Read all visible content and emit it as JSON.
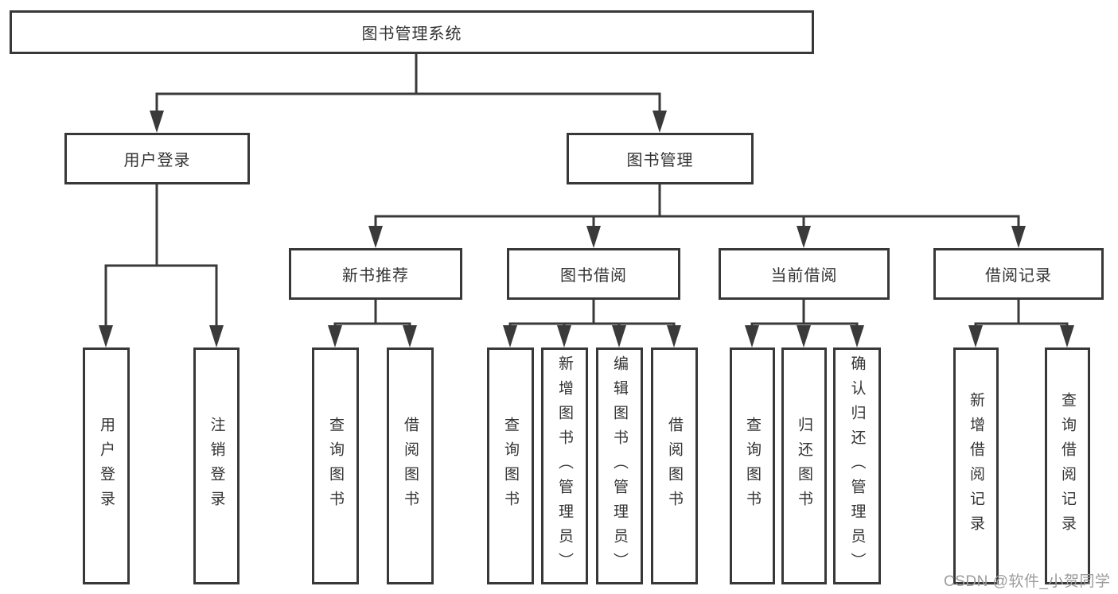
{
  "tree": {
    "label": "图书管理系统",
    "children": [
      {
        "label": "用户登录",
        "children": [
          {
            "label": "用户登录"
          },
          {
            "label": "注销登录"
          }
        ]
      },
      {
        "label": "图书管理",
        "children": [
          {
            "label": "新书推荐",
            "children": [
              {
                "label": "查询图书"
              },
              {
                "label": "借阅图书"
              }
            ]
          },
          {
            "label": "图书借阅",
            "children": [
              {
                "label": "查询图书"
              },
              {
                "label": "新增图书（管理员）"
              },
              {
                "label": "编辑图书（管理员）"
              },
              {
                "label": "借阅图书"
              }
            ]
          },
          {
            "label": "当前借阅",
            "children": [
              {
                "label": "查询图书"
              },
              {
                "label": "归还图书"
              },
              {
                "label": "确认归还（管理员）"
              }
            ]
          },
          {
            "label": "借阅记录",
            "children": [
              {
                "label": "新增借阅记录"
              },
              {
                "label": "查询借阅记录"
              }
            ]
          }
        ]
      }
    ]
  },
  "watermark": {
    "text": "CSDN @软件_小贺同学"
  },
  "colors": {
    "line": "#3a3a3a",
    "box_border": "#383838",
    "text": "#333333",
    "background": "#ffffff",
    "watermark": "#9c9c9c"
  }
}
